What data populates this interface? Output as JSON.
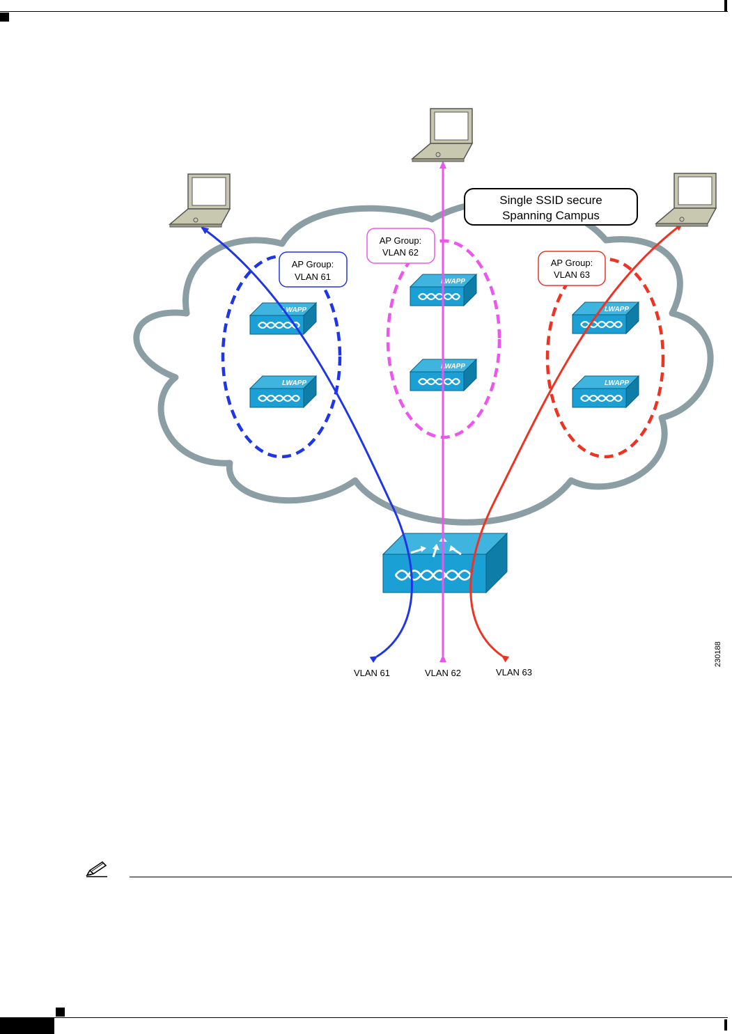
{
  "callout": {
    "line1": "Single SSID secure",
    "line2": "Spanning Campus"
  },
  "groups": [
    {
      "line1": "AP Group:",
      "line2": "VLAN 61",
      "color": "#1f35e8"
    },
    {
      "line1": "AP Group:",
      "line2": "VLAN 62",
      "color": "#ee55ee"
    },
    {
      "line1": "AP Group:",
      "line2": "VLAN 63",
      "color": "#ee3322"
    }
  ],
  "access_point_label": "LWAPP",
  "vlans": [
    "VLAN 61",
    "VLAN 62",
    "VLAN 63"
  ],
  "figure_id": "230188",
  "colors": {
    "cloud": "#8a9ea3",
    "device_top": "#3fb4de",
    "device_front": "#1aa0d4",
    "device_side": "#0e7ea8"
  }
}
